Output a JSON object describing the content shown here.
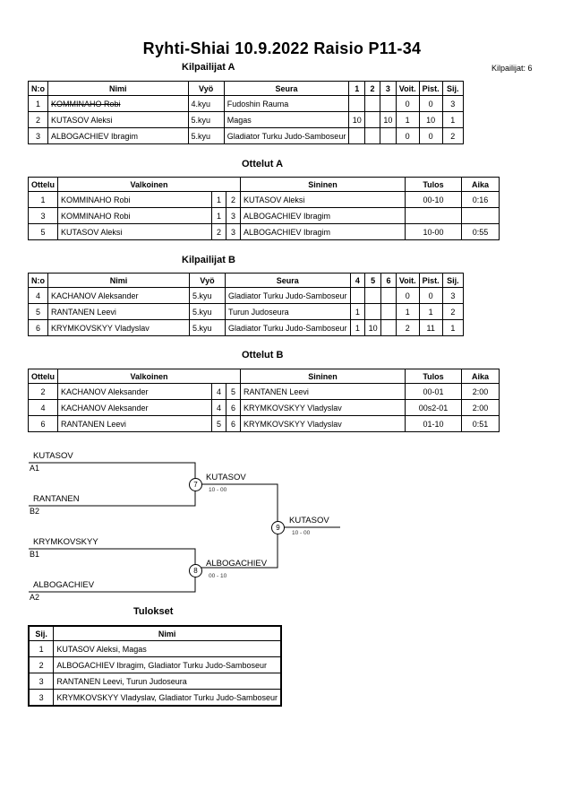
{
  "title": "Ryhti-Shiai  10.9.2022  Raisio   P11-34",
  "participant_count": "Kilpailijat: 6",
  "pool_a": {
    "heading": "Kilpailijat A",
    "headers": [
      "N:o",
      "Nimi",
      "Vyö",
      "Seura",
      "1",
      "2",
      "3",
      "Voit.",
      "Pist.",
      "Sij."
    ],
    "rows": [
      {
        "no": "1",
        "name": "KOMMINAHO Robi",
        "belt": "4.kyu",
        "club": "Fudoshin Rauma",
        "s1": "",
        "s2": "",
        "s3": "",
        "wins": "0",
        "points": "0",
        "place": "3",
        "withdrawn": true
      },
      {
        "no": "2",
        "name": "KUTASOV Aleksi",
        "belt": "5.kyu",
        "club": "Magas",
        "s1": "10",
        "s2": "",
        "s3": "10",
        "wins": "1",
        "points": "10",
        "place": "1"
      },
      {
        "no": "3",
        "name": "ALBOGACHIEV Ibragim",
        "belt": "5.kyu",
        "club": "Gladiator Turku Judo-Samboseur",
        "s1": "",
        "s2": "",
        "s3": "",
        "wins": "0",
        "points": "0",
        "place": "2"
      }
    ]
  },
  "matches_a": {
    "heading": "Ottelut A",
    "headers": [
      "Ottelu",
      "Valkoinen",
      "Sininen",
      "Tulos",
      "Aika"
    ],
    "rows": [
      {
        "match": "1",
        "white": "KOMMINAHO Robi",
        "wn": "1",
        "bn": "2",
        "blue": "KUTASOV Aleksi",
        "result": "00-10",
        "time": "0:16"
      },
      {
        "match": "3",
        "white": "KOMMINAHO Robi",
        "wn": "1",
        "bn": "3",
        "blue": "ALBOGACHIEV Ibragim",
        "result": "",
        "time": ""
      },
      {
        "match": "5",
        "white": "KUTASOV Aleksi",
        "wn": "2",
        "bn": "3",
        "blue": "ALBOGACHIEV Ibragim",
        "result": "10-00",
        "time": "0:55"
      }
    ]
  },
  "pool_b": {
    "heading": "Kilpailijat B",
    "headers": [
      "N:o",
      "Nimi",
      "Vyö",
      "Seura",
      "4",
      "5",
      "6",
      "Voit.",
      "Pist.",
      "Sij."
    ],
    "rows": [
      {
        "no": "4",
        "name": "KACHANOV Aleksander",
        "belt": "5.kyu",
        "club": "Gladiator Turku Judo-Samboseur",
        "s1": "",
        "s2": "",
        "s3": "",
        "wins": "0",
        "points": "0",
        "place": "3"
      },
      {
        "no": "5",
        "name": "RANTANEN Leevi",
        "belt": "5.kyu",
        "club": "Turun Judoseura",
        "s1": "1",
        "s2": "",
        "s3": "",
        "wins": "1",
        "points": "1",
        "place": "2"
      },
      {
        "no": "6",
        "name": "KRYMKOVSKYY Vladyslav",
        "belt": "5.kyu",
        "club": "Gladiator Turku Judo-Samboseur",
        "s1": "1",
        "s2": "10",
        "s3": "",
        "wins": "2",
        "points": "11",
        "place": "1"
      }
    ]
  },
  "matches_b": {
    "heading": "Ottelut B",
    "headers": [
      "Ottelu",
      "Valkoinen",
      "Sininen",
      "Tulos",
      "Aika"
    ],
    "rows": [
      {
        "match": "2",
        "white": "KACHANOV Aleksander",
        "wn": "4",
        "bn": "5",
        "blue": "RANTANEN Leevi",
        "result": "00-01",
        "time": "2:00"
      },
      {
        "match": "4",
        "white": "KACHANOV Aleksander",
        "wn": "4",
        "bn": "6",
        "blue": "KRYMKOVSKYY Vladyslav",
        "result": "00s2-01",
        "time": "2:00"
      },
      {
        "match": "6",
        "white": "RANTANEN Leevi",
        "wn": "5",
        "bn": "6",
        "blue": "KRYMKOVSKYY Vladyslav",
        "result": "01-10",
        "time": "0:51"
      }
    ]
  },
  "bracket": {
    "s1_name": "KUTASOV",
    "s1_seed": "A1",
    "s2_name": "RANTANEN",
    "s2_seed": "B2",
    "s3_name": "KRYMKOVSKYY",
    "s3_seed": "B1",
    "s4_name": "ALBOGACHIEV",
    "s4_seed": "A2",
    "m7_no": "7",
    "m7_winner": "KUTASOV",
    "m7_result": "10 - 00",
    "m8_no": "8",
    "m8_winner": "ALBOGACHIEV",
    "m8_result": "00 - 10",
    "m9_no": "9",
    "m9_winner": "KUTASOV",
    "m9_result": "10 - 00"
  },
  "results": {
    "heading": "Tulokset",
    "headers": [
      "Sij.",
      "Nimi"
    ],
    "rows": [
      {
        "place": "1",
        "name": "KUTASOV Aleksi, Magas"
      },
      {
        "place": "2",
        "name": "ALBOGACHIEV Ibragim, Gladiator Turku Judo-Samboseur"
      },
      {
        "place": "3",
        "name": "RANTANEN Leevi, Turun Judoseura"
      },
      {
        "place": "3",
        "name": "KRYMKOVSKYY Vladyslav, Gladiator Turku Judo-Samboseur"
      }
    ]
  }
}
